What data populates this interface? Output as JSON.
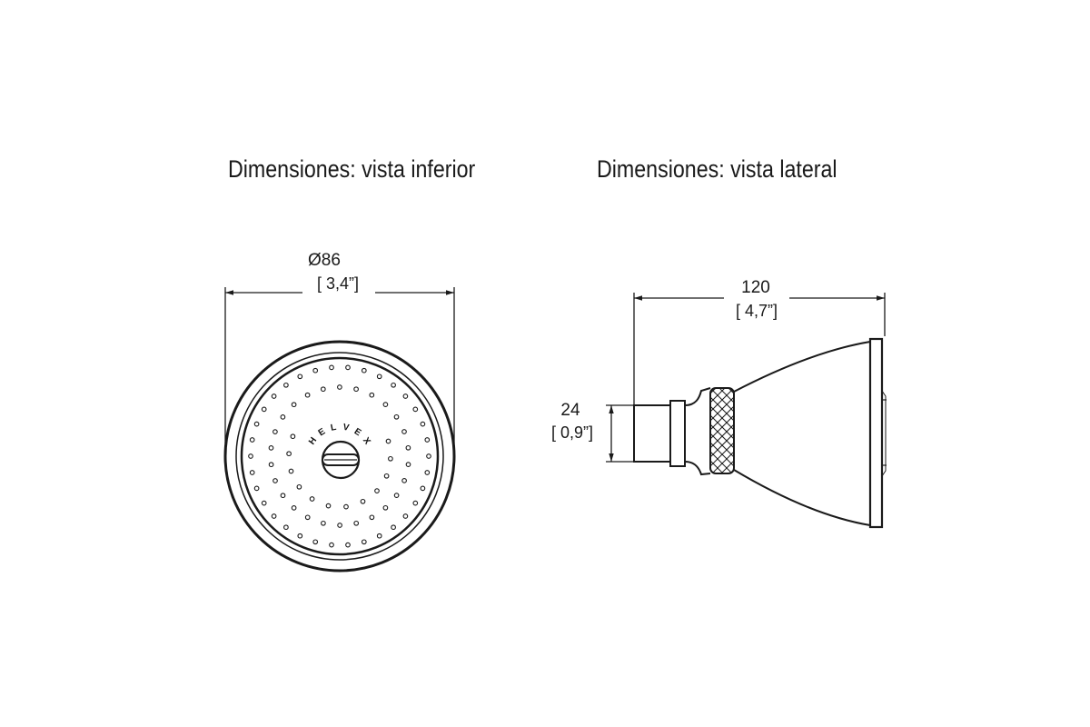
{
  "titles": {
    "bottom_view": "Dimensiones: vista inferior",
    "side_view": "Dimensiones: vista lateral"
  },
  "dimensions": {
    "diameter": {
      "value": "Ø86",
      "inches": "[ 3,4”]"
    },
    "length": {
      "value": "120",
      "inches": "[ 4,7”]"
    },
    "connection": {
      "value": "24",
      "inches": "[ 0,9”]"
    }
  },
  "brand": {
    "letters": [
      "H",
      "E",
      "L",
      "V",
      "E",
      "X"
    ]
  },
  "colors": {
    "line": "#1a1a1a",
    "background": "#ffffff"
  }
}
